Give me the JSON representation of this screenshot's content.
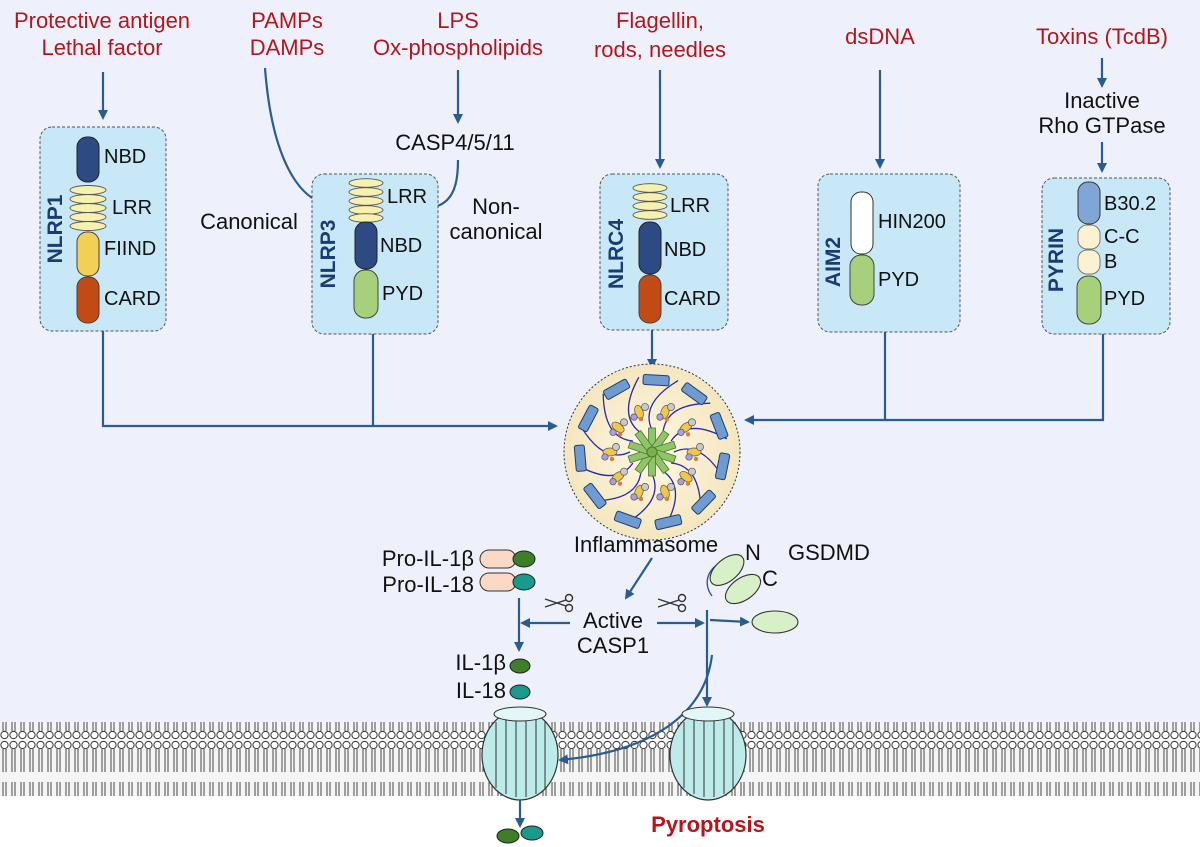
{
  "triggers": {
    "nlrp1": [
      "Protective antigen",
      "Lethal factor"
    ],
    "nlrp3": [
      "PAMPs",
      "DAMPs"
    ],
    "lps": [
      "LPS",
      "Ox-phospholipids"
    ],
    "nlrc4": [
      "Flagellin,",
      "rods, needles"
    ],
    "aim2": "dsDNA",
    "pyrin": "Toxins (TcdB)"
  },
  "intermediates": {
    "casp": "CASP4/5/11",
    "rho": [
      "Inactive",
      "Rho GTPase"
    ],
    "canonical": "Canonical",
    "noncanonical": [
      "Non-",
      "canonical"
    ]
  },
  "sensors": {
    "nlrp1": {
      "name": "NLRP1",
      "domains": [
        "NBD",
        "LRR",
        "FIIND",
        "CARD"
      ]
    },
    "nlrp3": {
      "name": "NLRP3",
      "domains": [
        "LRR",
        "NBD",
        "PYD"
      ]
    },
    "nlrc4": {
      "name": "NLRC4",
      "domains": [
        "LRR",
        "NBD",
        "CARD"
      ]
    },
    "aim2": {
      "name": "AIM2",
      "domains": [
        "HIN200",
        "PYD"
      ]
    },
    "pyrin": {
      "name": "PYRIN",
      "domains": [
        "B30.2",
        "C-C",
        "B",
        "PYD"
      ]
    }
  },
  "complex": {
    "inflammasome": "Inflammasome",
    "active": [
      "Active",
      "CASP1"
    ]
  },
  "cytokines": {
    "pro_il1b": "Pro-IL-1β",
    "pro_il18": "Pro-IL-18",
    "il1b": "IL-1β",
    "il18": "IL-18"
  },
  "gsdmd": {
    "name": "GSDMD",
    "n": "N",
    "c": "C"
  },
  "outcome": "Pyroptosis",
  "colors": {
    "trigger_text": "#b3161d",
    "arrow": "#2b5c8f",
    "panel": "#c8e8f8",
    "nbd": "#2e4a82",
    "lrr": "#f7f1b0",
    "fiind": "#f2cf55",
    "card": "#c24a14",
    "pyd": "#a6d07c",
    "hin200": "#ffffff",
    "b302": "#7fa6d4",
    "il1b": "#3e7e29",
    "il18": "#1a9a8c",
    "gsdmd": "#d7f0c8",
    "pore": "#bdebea"
  }
}
